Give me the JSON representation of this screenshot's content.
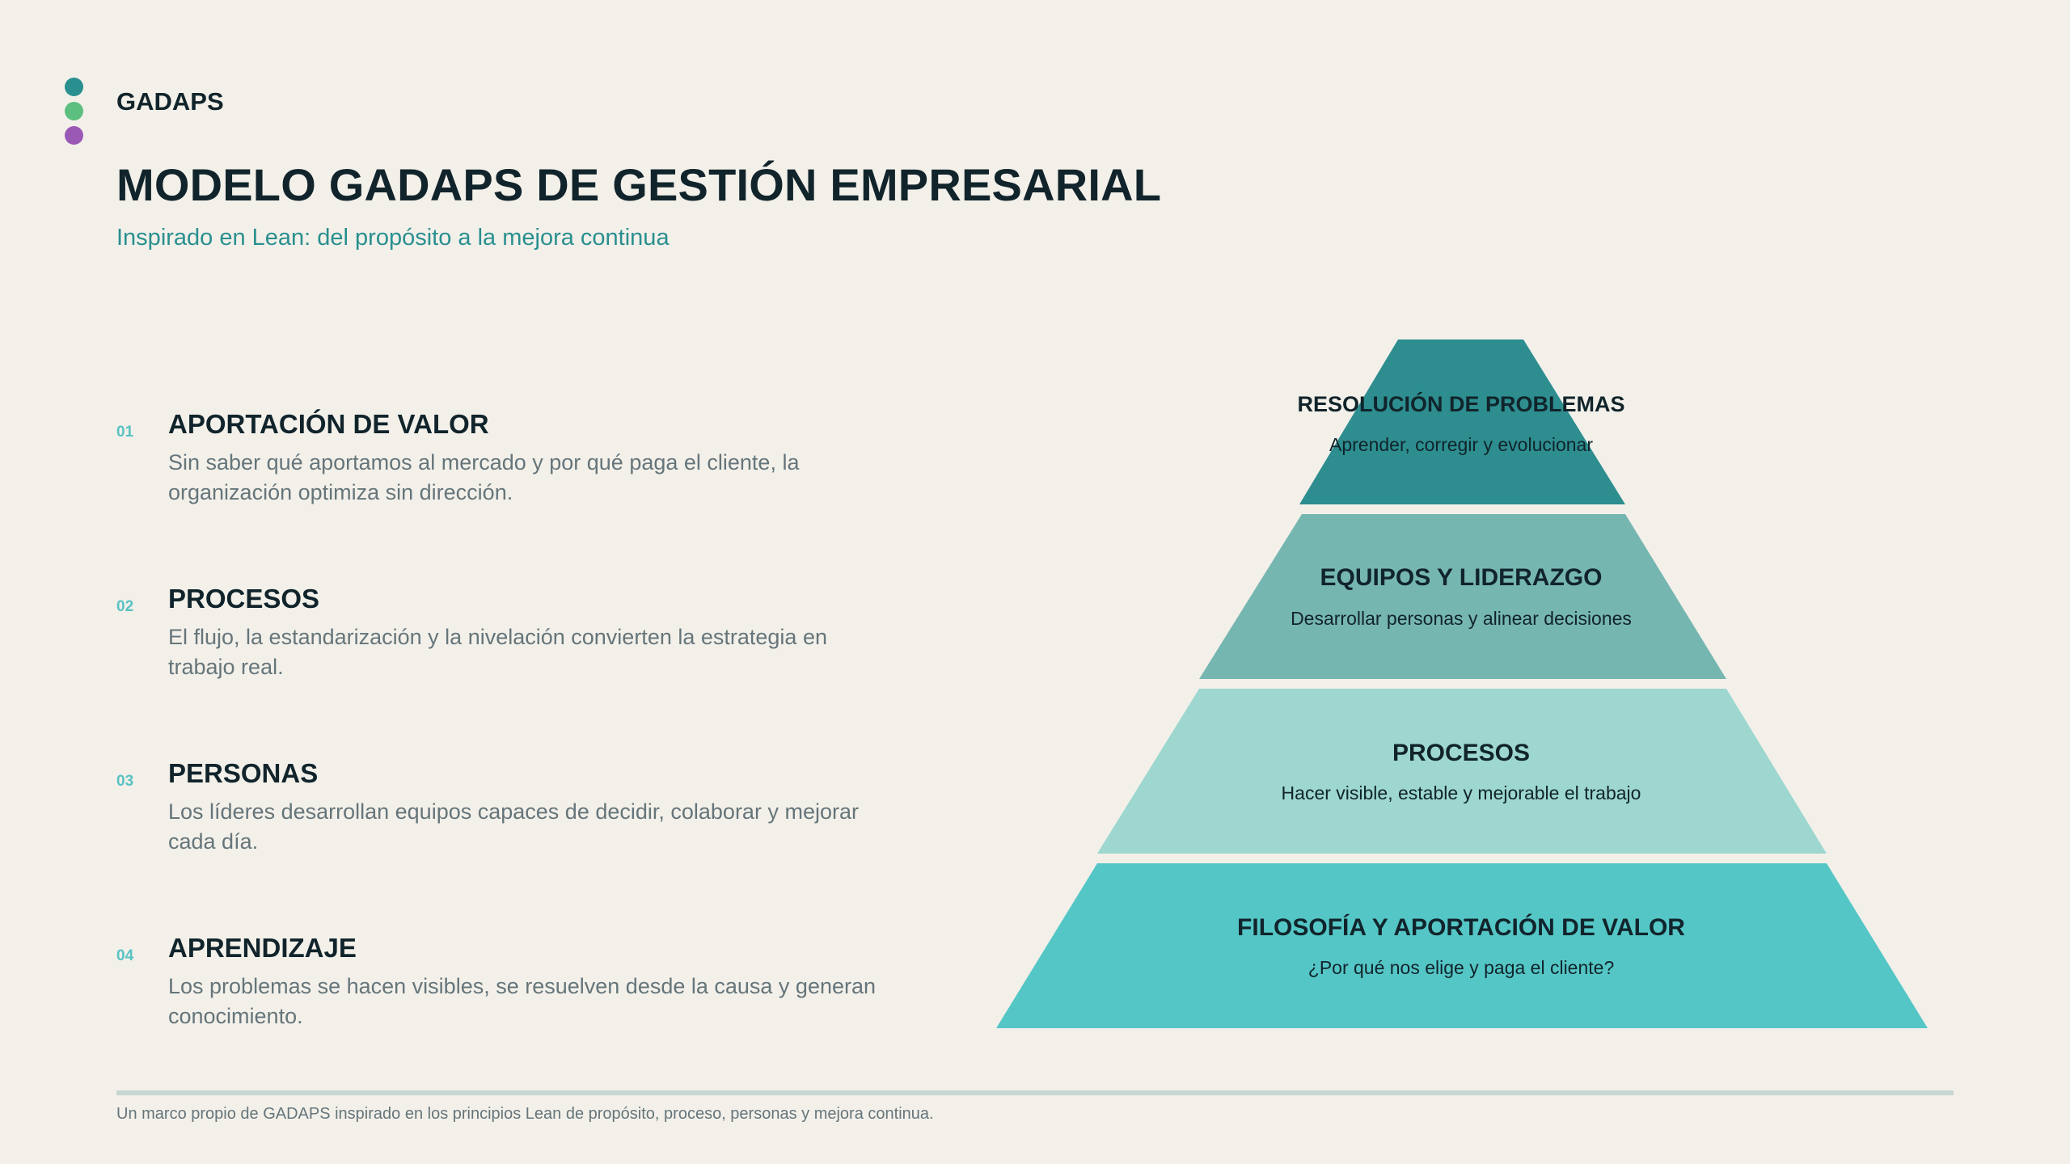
{
  "brand": {
    "name": "GADAPS",
    "dot_colors": [
      "#2a8f8f",
      "#5cbf7f",
      "#9b59b6"
    ]
  },
  "header": {
    "title": "MODELO GADAPS DE GESTIÓN EMPRESARIAL",
    "subtitle": "Inspirado en Lean: del propósito a la mejora continua"
  },
  "items": [
    {
      "number": "01",
      "title": "APORTACIÓN DE VALOR",
      "description": "Sin saber qué aportamos al mercado y por qué paga el cliente, la organización optimiza sin dirección."
    },
    {
      "number": "02",
      "title": "PROCESOS",
      "description": "El flujo, la estandarización y la nivelación convierten la estrategia en trabajo real."
    },
    {
      "number": "03",
      "title": "PERSONAS",
      "description": "Los líderes desarrollan equipos capaces de decidir, colaborar y mejorar cada día."
    },
    {
      "number": "04",
      "title": "APRENDIZAJE",
      "description": "Los problemas se hacen visibles, se resuelven desde la causa y generan conocimiento."
    }
  ],
  "pyramid": {
    "levels": [
      {
        "title": "RESOLUCIÓN DE PROBLEMAS",
        "subtitle": "Aprender, corregir y evolucionar",
        "color": "#2d8d8f"
      },
      {
        "title": "EQUIPOS Y LIDERAZGO",
        "subtitle": "Desarrollar personas y alinear decisiones",
        "color": "#76b6b1"
      },
      {
        "title": "PROCESOS",
        "subtitle": "Hacer visible, estable y mejorable el trabajo",
        "color": "#9dd7cf"
      },
      {
        "title": "FILOSOFÍA Y APORTACIÓN DE VALOR",
        "subtitle": "¿Por qué nos elige y paga el cliente?",
        "color": "#55c6c6"
      }
    ]
  },
  "footer": {
    "note": "Un marco propio de GADAPS inspirado en los principios Lean de propósito, proceso, personas y mejora continua."
  }
}
